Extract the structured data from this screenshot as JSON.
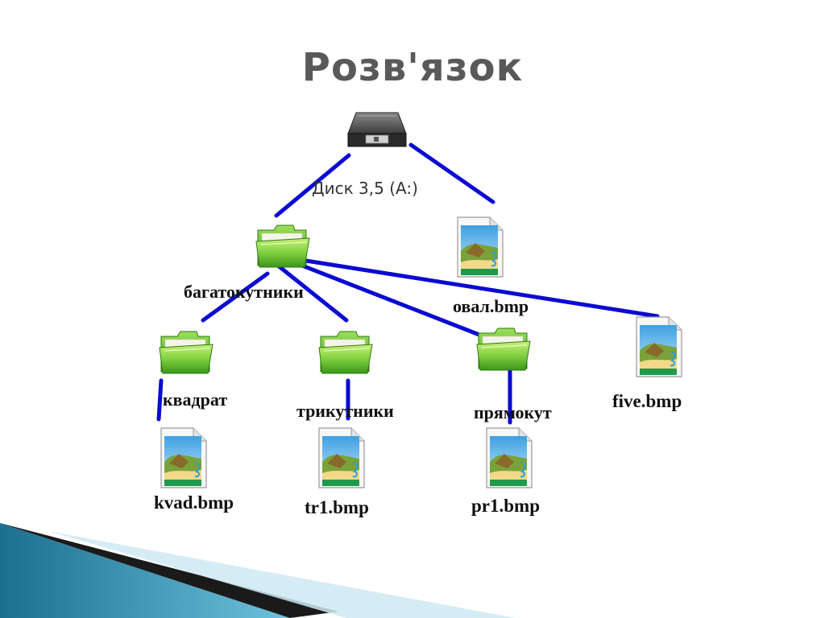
{
  "title": "Розв'язок",
  "drive": {
    "label": "Диск 3,5 (A:)",
    "icon": "floppy-drive-icon"
  },
  "folders": [
    {
      "id": "root-folder",
      "label": "багатокутники",
      "icon": "folder-icon"
    },
    {
      "id": "kvadrat",
      "label": "квадрат",
      "icon": "folder-icon"
    },
    {
      "id": "trykutnyky",
      "label": "трикутники",
      "icon": "folder-icon"
    },
    {
      "id": "pryamokut",
      "label": "прямокут",
      "icon": "folder-icon"
    }
  ],
  "files": [
    {
      "id": "oval",
      "label": "овал.bmp",
      "icon": "bitmap-file-icon"
    },
    {
      "id": "five",
      "label": "five.bmp",
      "icon": "bitmap-file-icon"
    },
    {
      "id": "kvad",
      "label": "kvad.bmp",
      "icon": "bitmap-file-icon"
    },
    {
      "id": "tr1",
      "label": "tr1.bmp",
      "icon": "bitmap-file-icon"
    },
    {
      "id": "pr1",
      "label": "pr1.bmp",
      "icon": "bitmap-file-icon"
    }
  ],
  "colors": {
    "edge": "#0a0ad2",
    "title": "#595959",
    "folder_green": "#6cc43a",
    "corner_teal": "#2a8fb0"
  }
}
